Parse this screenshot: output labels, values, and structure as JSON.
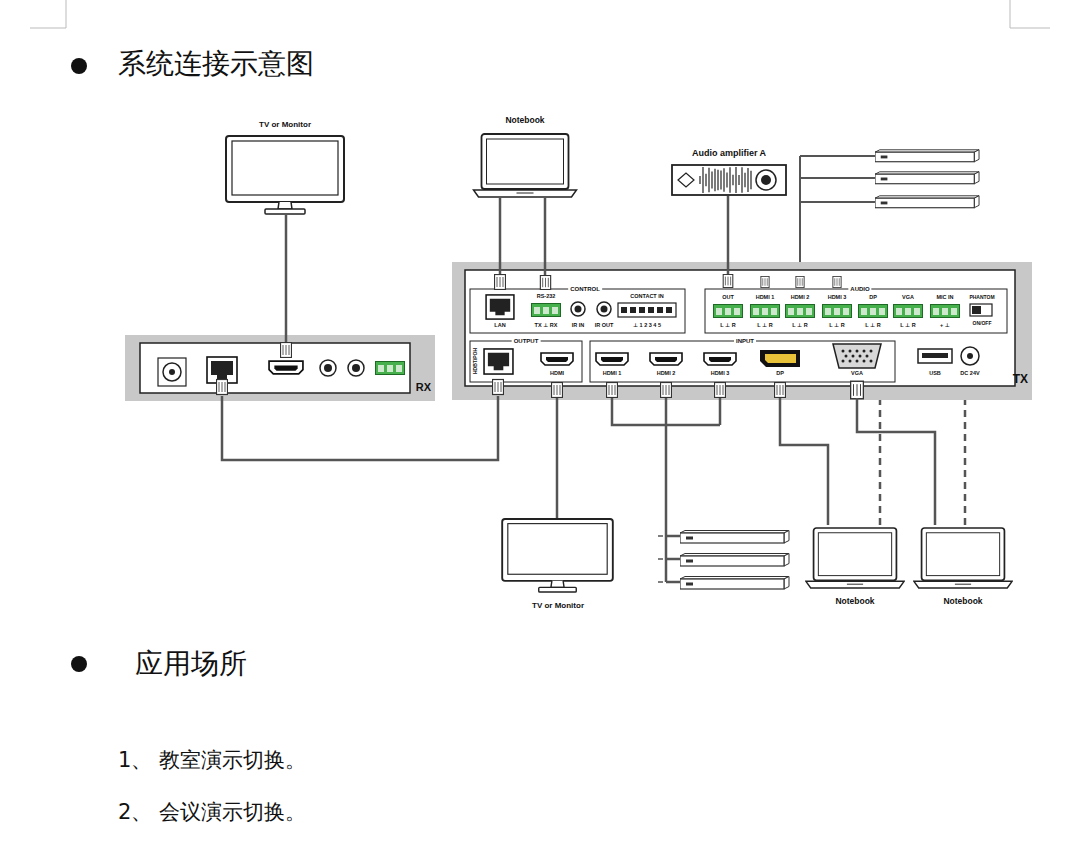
{
  "diagram": {
    "title": "系统连接示意图",
    "nodes": [
      {
        "text": [
          "TV or Monitor"
        ]
      },
      {
        "text": [
          "Notebook"
        ]
      },
      {
        "text": [
          "Audio amplifier A"
        ]
      },
      {
        "text": [
          "RX"
        ]
      },
      {
        "text": [
          "TX"
        ]
      },
      {
        "text": [
          "TV or Monitor"
        ]
      },
      {
        "text": [
          "Notebook"
        ]
      },
      {
        "text": [
          "Notebook"
        ]
      }
    ],
    "edges": [
      {
        "from": 0,
        "to": 3,
        "arrow": "none"
      },
      {
        "from": 1,
        "to": 4,
        "arrow": "none"
      },
      {
        "from": 1,
        "to": 4,
        "arrow": "none"
      },
      {
        "from": 2,
        "to": 4,
        "arrow": "none"
      },
      {
        "from": 3,
        "to": 4,
        "arrow": "none"
      },
      {
        "from": 4,
        "to": 5,
        "arrow": "none"
      },
      {
        "from": 6,
        "to": 4,
        "arrow": "none"
      },
      {
        "from": 6,
        "to": 4,
        "arrow": "none"
      },
      {
        "from": 7,
        "to": 4,
        "arrow": "none"
      },
      {
        "from": 7,
        "to": 4,
        "arrow": "none"
      }
    ],
    "labels": [
      "应用场所",
      "1、 教室演示切换。",
      "2、 会议演示切换。",
      "CONTROL",
      "RS-232",
      "CONTACT IN",
      "LAN",
      "TX ⊥ RX",
      "IR IN",
      "IR OUT",
      "⊥ 1 2 3 4 5",
      "AUDIO",
      "OUT",
      "HDMI 1",
      "HDMI 2",
      "HDMI 3",
      "DP",
      "VGA",
      "MIC IN",
      "PHANTOM",
      "ON/OFF",
      "L ⊥ R",
      "L ⊥ R",
      "L ⊥ R",
      "L ⊥ R",
      "L ⊥ R",
      "L ⊥ R",
      "+ ⊥",
      "OUTPUT",
      "HDBT/POH",
      "HDMI",
      "INPUT",
      "HDMI 1",
      "HDMI 2",
      "HDMI 3",
      "DP",
      "VGA",
      "USB",
      "DC 24V"
    ]
  }
}
